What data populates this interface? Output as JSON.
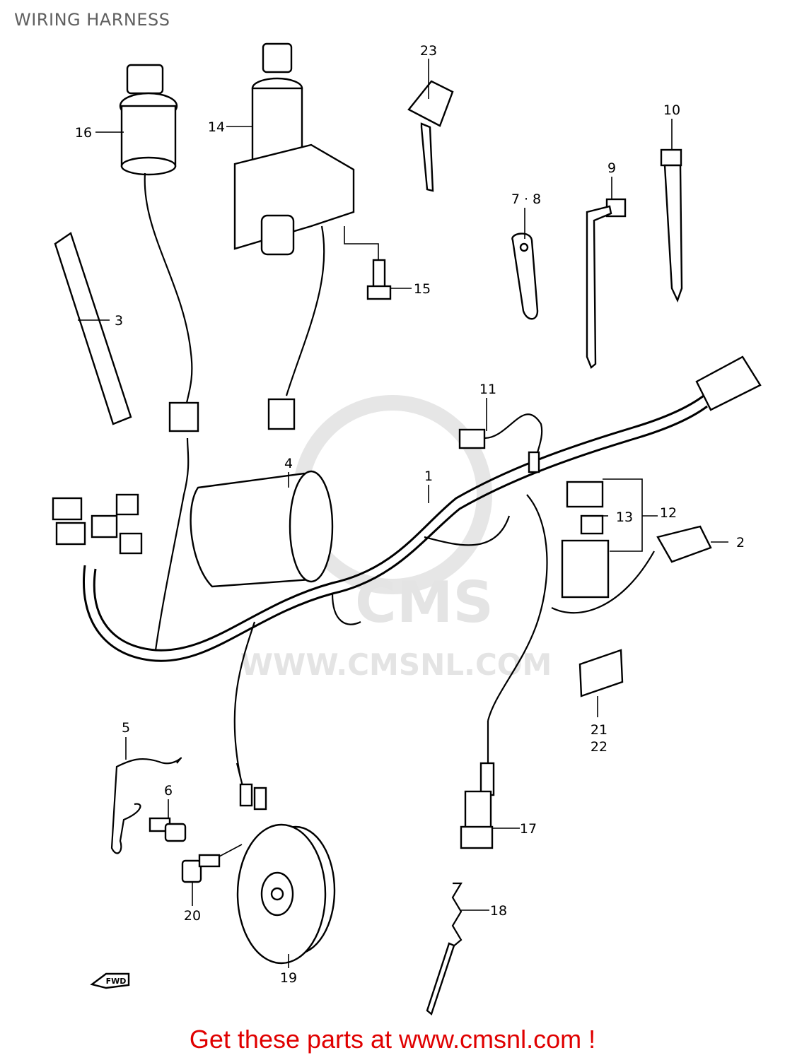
{
  "title": "WIRING HARNESS",
  "watermark": {
    "brand": "CMS",
    "url": "WWW.CMSNL.COM"
  },
  "callouts": [
    {
      "id": "23",
      "text": "23"
    },
    {
      "id": "16",
      "text": "16"
    },
    {
      "id": "14",
      "text": "14"
    },
    {
      "id": "10",
      "text": "10"
    },
    {
      "id": "9",
      "text": "9"
    },
    {
      "id": "7-8",
      "text": "7 · 8"
    },
    {
      "id": "3",
      "text": "3"
    },
    {
      "id": "15",
      "text": "15"
    },
    {
      "id": "11",
      "text": "11"
    },
    {
      "id": "4",
      "text": "4"
    },
    {
      "id": "1",
      "text": "1"
    },
    {
      "id": "13",
      "text": "13"
    },
    {
      "id": "12",
      "text": "12"
    },
    {
      "id": "2",
      "text": "2"
    },
    {
      "id": "21",
      "text": "21"
    },
    {
      "id": "22",
      "text": "22"
    },
    {
      "id": "5",
      "text": "5"
    },
    {
      "id": "6",
      "text": "6"
    },
    {
      "id": "17",
      "text": "17"
    },
    {
      "id": "18",
      "text": "18"
    },
    {
      "id": "20",
      "text": "20"
    },
    {
      "id": "19",
      "text": "19"
    }
  ],
  "fwd_label": "FWD",
  "cta": "Get these parts at www.cmsnl.com !",
  "colors": {
    "cta": "#e00000",
    "title": "#606060",
    "watermark": "#e4e4e4"
  }
}
